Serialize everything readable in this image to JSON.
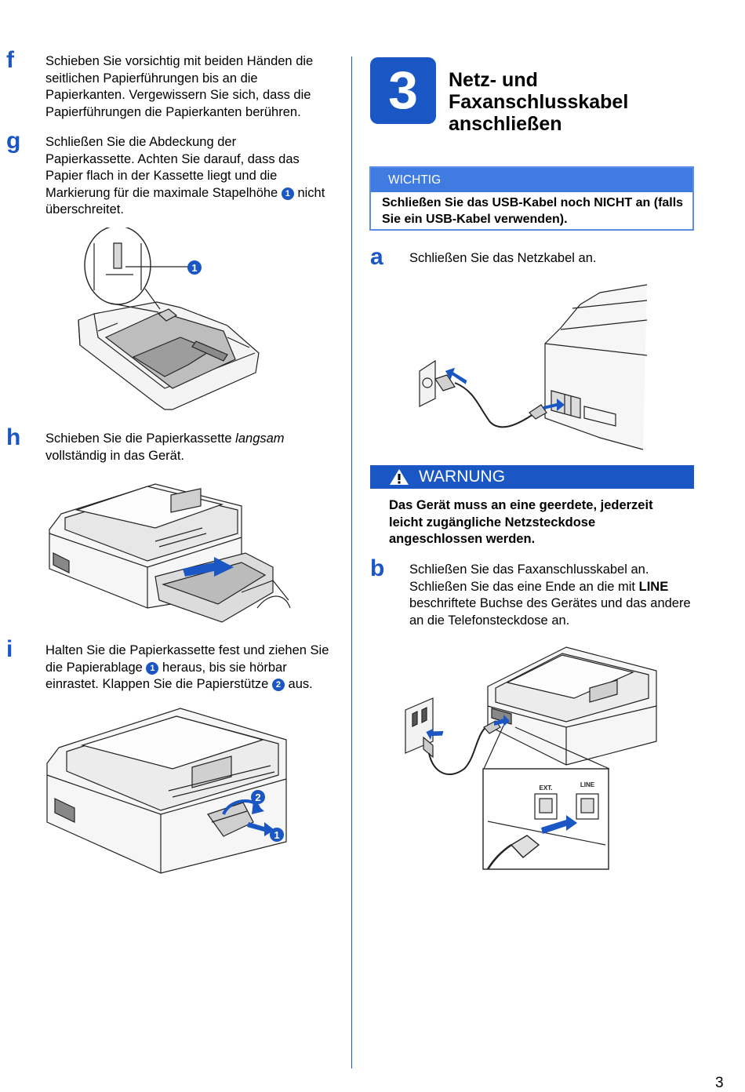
{
  "left_steps": {
    "f": {
      "letter": "f",
      "text": "Schieben Sie vorsichtig mit beiden Händen die seitlichen Papierführungen bis an die Papierkanten. Vergewissern Sie sich, dass die Papierführungen die Papierkanten berühren."
    },
    "g": {
      "letter": "g",
      "text_before": "Schließen Sie die Abdeckung der Papierkassette. Achten Sie darauf, dass das Papier flach in der Kassette liegt und die Markierung für die maximale Stapelhöhe",
      "badge": "1",
      "text_after": "nicht überschreitet.",
      "callout": "1"
    },
    "h": {
      "letter": "h",
      "text_before": "Schieben Sie die Papierkassette",
      "text_italic": "langsam",
      "text_after": "vollständig in das Gerät."
    },
    "i": {
      "letter": "i",
      "text_1": "Halten Sie die Papierkassette fest und ziehen Sie die Papierablage",
      "badge_1": "1",
      "text_2": "heraus, bis sie hörbar einrastet. Klappen Sie die Papierstütze",
      "badge_2": "2",
      "text_3": "aus.",
      "callout_1": "1",
      "callout_2": "2"
    }
  },
  "section": {
    "number": "3",
    "title": "Netz- und Faxanschlusskabel anschließen"
  },
  "important": {
    "label": "WICHTIG",
    "text": "Schließen Sie das USB-Kabel noch NICHT an (falls Sie ein USB-Kabel verwenden)."
  },
  "right_steps": {
    "a": {
      "letter": "a",
      "text": "Schließen Sie das Netzkabel an."
    },
    "b": {
      "letter": "b",
      "text_before": "Schließen Sie das Faxanschlusskabel an. Schließen Sie das eine Ende an die mit",
      "text_bold": "LINE",
      "text_after": "beschriftete Buchse des Gerätes und das andere an die Telefonsteckdose an.",
      "port_ext": "EXT.",
      "port_line": "LINE"
    }
  },
  "warning": {
    "label": "WARNUNG",
    "text": "Das Gerät muss an eine geerdete, jederzeit leicht zugängliche Netzsteckdose angeschlossen werden."
  },
  "page_number": "3",
  "colors": {
    "accent": "#1a56c4",
    "important_header": "#3f7be0",
    "important_border": "#5b8ee6"
  }
}
